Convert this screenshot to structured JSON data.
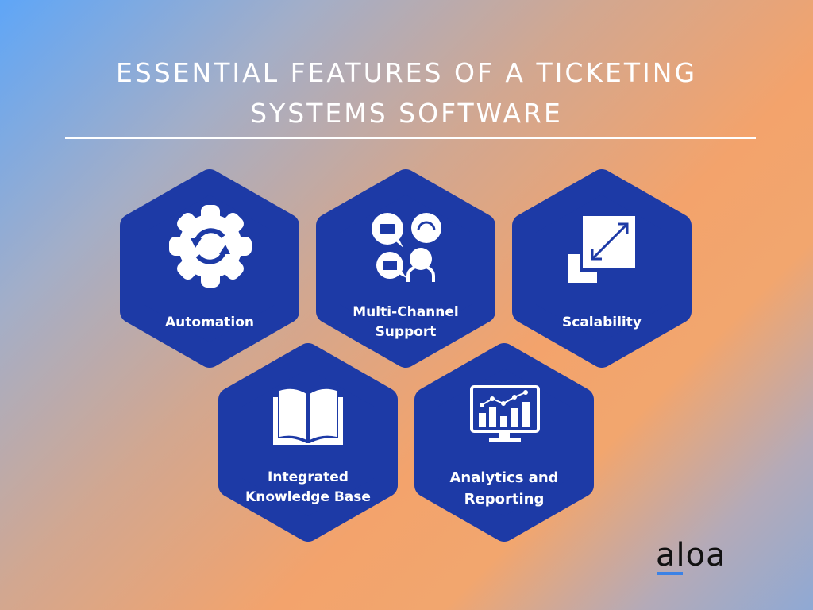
{
  "title": {
    "line1": "ESSENTIAL FEATURES OF A TICKETING",
    "line2": "SYSTEMS SOFTWARE"
  },
  "features": [
    {
      "label": "Automation",
      "icon": "gear-sync-icon"
    },
    {
      "label_line1": "Multi-Channel",
      "label_line2": "Support",
      "icon": "multi-channel-support-icon"
    },
    {
      "label": "Scalability",
      "icon": "scale-resize-icon"
    },
    {
      "label_line1": "Integrated",
      "label_line2": "Knowledge Base",
      "icon": "open-book-icon"
    },
    {
      "label_line1": "Analytics and",
      "label_line2": "Reporting",
      "icon": "analytics-monitor-icon"
    }
  ],
  "logo": "aloa",
  "colors": {
    "hexagon": "#1d3aa6",
    "logo_accent": "#3b82e6"
  }
}
